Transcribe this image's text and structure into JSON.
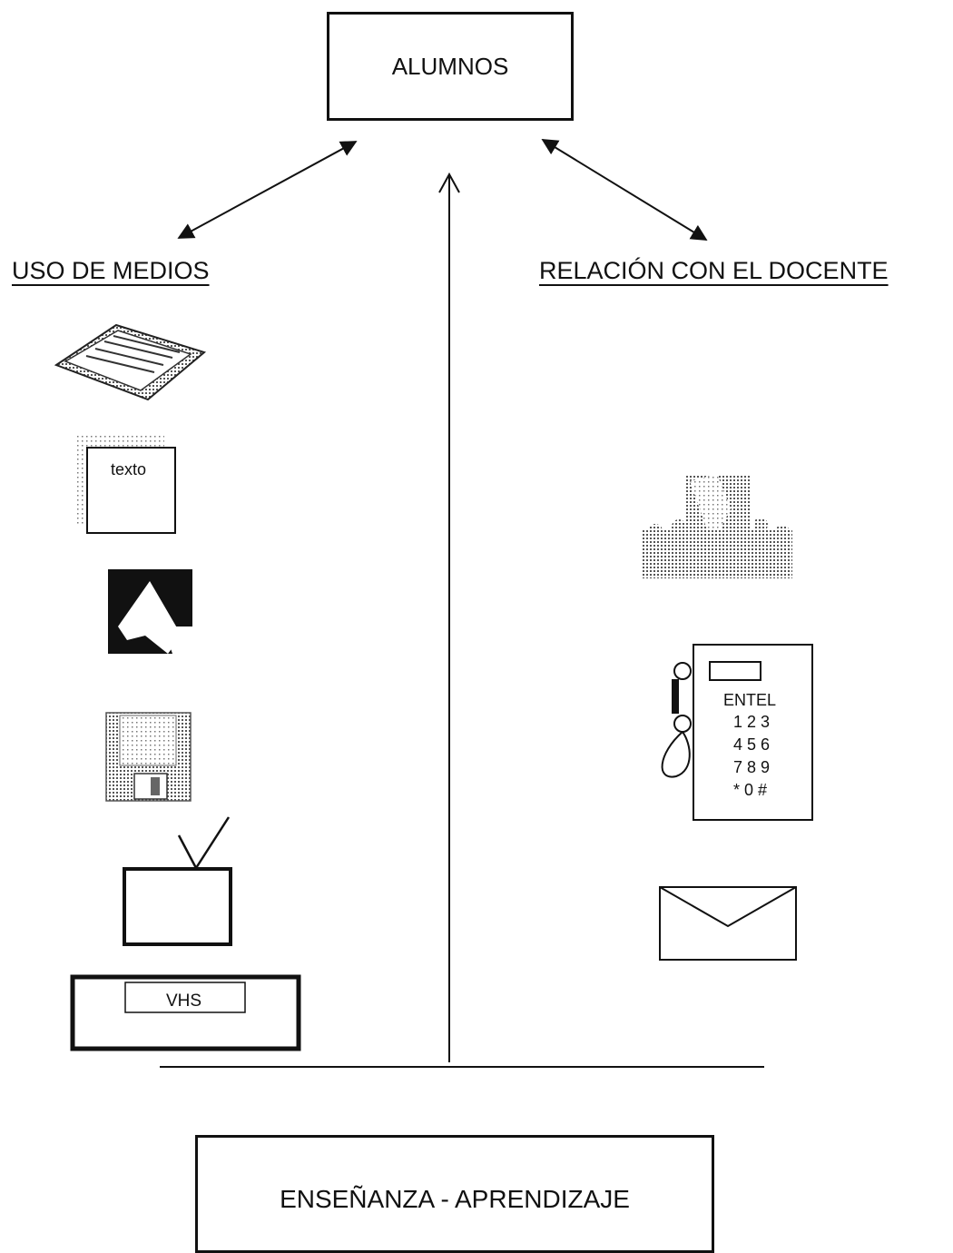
{
  "diagram": {
    "top_box": "ALUMNOS",
    "bottom_box": "ENSEÑANZA - APRENDIZAJE",
    "left_heading": "USO DE MEDIOS",
    "right_heading": "RELACIÓN CON EL DOCENTE"
  },
  "media_icons": [
    {
      "icon": "newspaper-icon"
    },
    {
      "icon": "text-page-icon",
      "label": "texto"
    },
    {
      "icon": "slide-icon"
    },
    {
      "icon": "floppy-disk-icon"
    },
    {
      "icon": "television-icon"
    },
    {
      "icon": "vcr-icon",
      "label": "VHS"
    }
  ],
  "teacher_icons": [
    {
      "icon": "teacher-classroom-icon"
    },
    {
      "icon": "payphone-icon",
      "brand": "ENTEL",
      "keypad": [
        "1 2 3",
        "4 5 6",
        "7 8 9",
        "* 0 #"
      ]
    },
    {
      "icon": "envelope-icon"
    }
  ]
}
